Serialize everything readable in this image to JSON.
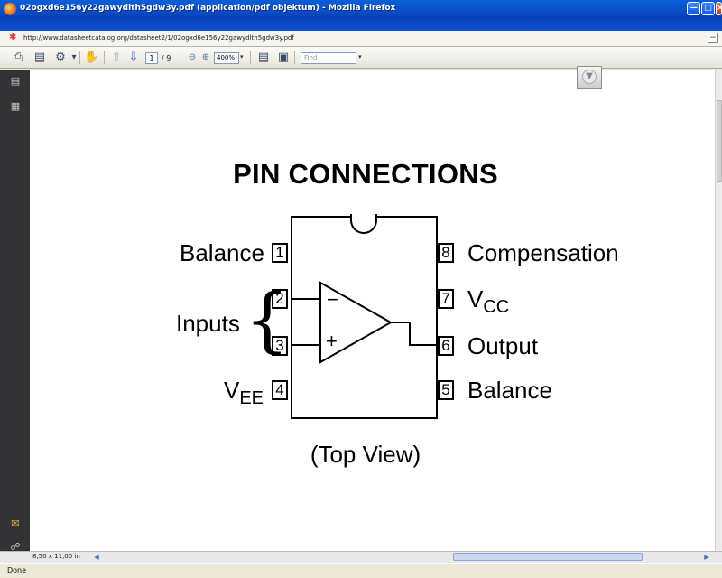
{
  "window": {
    "title": "02ogxd6e156y22gawydlth5gdw3y.pdf (application/pdf objektum) - Mozilla Firefox",
    "controls": [
      "minimize",
      "maximize",
      "close"
    ]
  },
  "address": {
    "url": "http://www.datasheetcatalog.org/datasheet2/1/02ogxd6e156y22gawydlth5gdw3y.pdf"
  },
  "toolbar": {
    "current_page": "1",
    "page_count": "/ 9",
    "zoom": "400%",
    "find_placeholder": "Find"
  },
  "document": {
    "heading": "PIN CONNECTIONS",
    "caption": "(Top View)",
    "inputs_label": "Inputs",
    "pins": [
      {
        "number": "1",
        "label": "Balance"
      },
      {
        "number": "2",
        "label": ""
      },
      {
        "number": "3",
        "label": ""
      },
      {
        "number": "4",
        "label": "V",
        "sub": "EE"
      },
      {
        "number": "5",
        "label": "Balance"
      },
      {
        "number": "6",
        "label": "Output"
      },
      {
        "number": "7",
        "label": "V",
        "sub": "CC"
      },
      {
        "number": "8",
        "label": "Compensation"
      }
    ],
    "opamp_minus": "−",
    "opamp_plus": "+"
  },
  "footer": {
    "page_size": "8,50 x 11,00 in",
    "status": "Done"
  },
  "colors": {
    "titlebar": "#0b49c2",
    "sidebar": "#333336",
    "page": "#ffffff"
  }
}
